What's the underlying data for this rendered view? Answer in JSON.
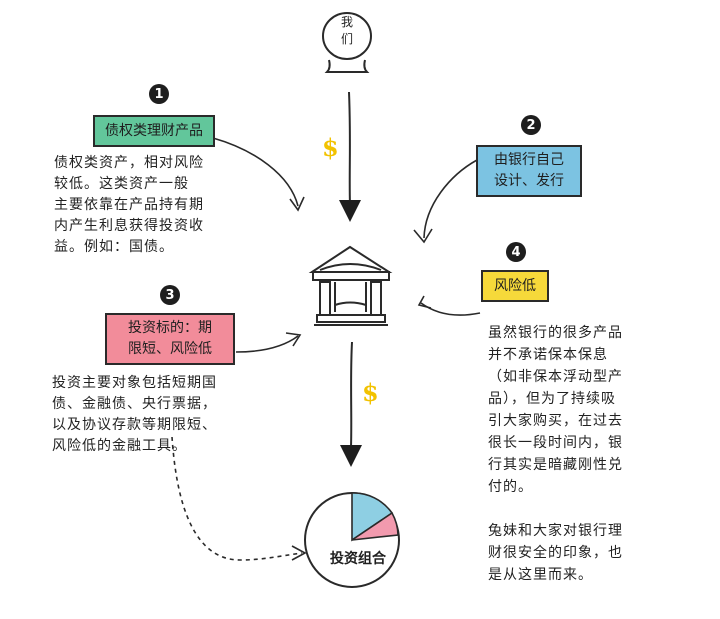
{
  "top": {
    "label_line1": "我",
    "label_line2": "们"
  },
  "items": [
    {
      "number": "1",
      "tag": "债权类理财产品",
      "tag_color": "#62c69b",
      "text": "债权类资产，相对风险\n较低。这类资产一般\n主要依靠在产品持有期\n内产生利息获得投资收\n益。例如：国债。"
    },
    {
      "number": "2",
      "tag": "由银行自己\n设计、发行",
      "tag_color": "#7cc3e2"
    },
    {
      "number": "3",
      "tag": "投资标的：期\n限短、风险低",
      "tag_color": "#f28c9a",
      "text": "投资主要对象包括短期国\n债、金融债、央行票据，\n以及协议存款等期限短、\n风险低的金融工具。"
    },
    {
      "number": "4",
      "tag": "风险低",
      "tag_color": "#f6d93a",
      "text": "虽然银行的很多产品\n并不承诺保本保息\n（如非保本浮动型产\n品），但为了持续吸\n引大家购买，在过去\n很长一段时间内，银\n行其实是暗藏刚性兑\n付的。\n\n兔妹和大家对银行理\n财很安全的印象，也\n是从这里而来。"
    }
  ],
  "symbols": {
    "dollar": "$"
  },
  "portfolio": {
    "label": "投资组合",
    "slice_colors": [
      "#8ecfe3",
      "#f29aae"
    ]
  },
  "colors": {
    "ink": "#1e1e1e",
    "dollar": "#f2c200"
  }
}
